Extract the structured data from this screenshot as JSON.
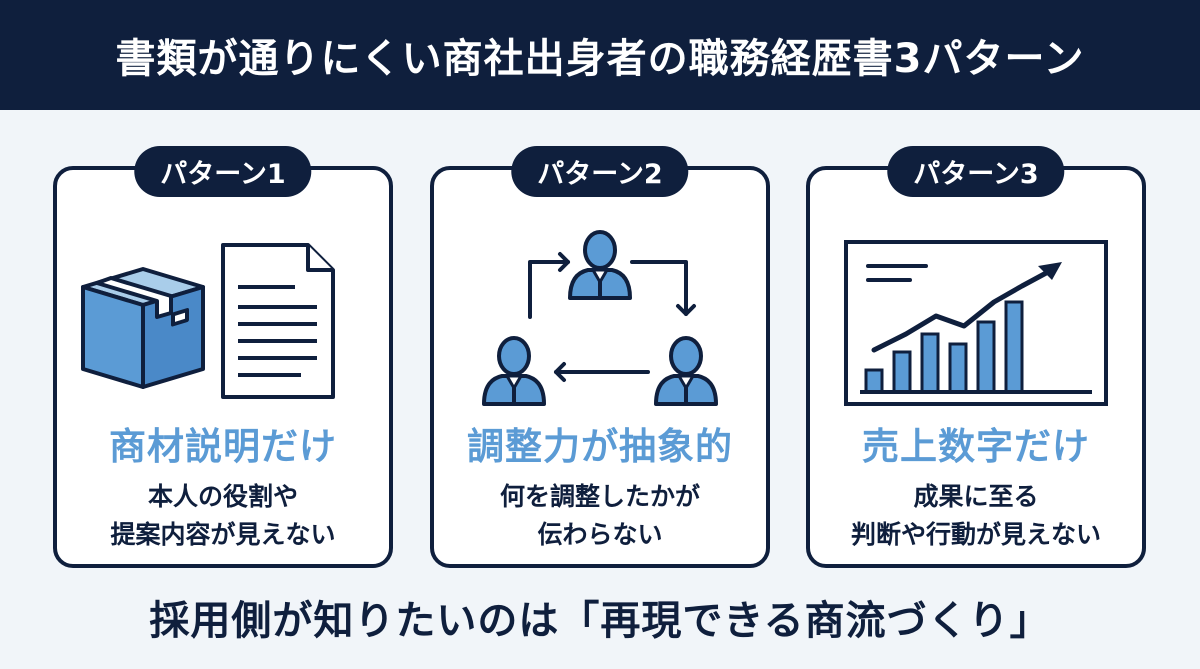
{
  "header": {
    "title": "書類が通りにくい商社出身者の職務経歴書3パターン"
  },
  "cards": [
    {
      "badge": "パターン1",
      "title": "商材説明だけ",
      "desc": [
        "本人の役割や",
        "提案内容が見えない"
      ],
      "illustration": [
        "box-icon",
        "document-icon"
      ]
    },
    {
      "badge": "パターン2",
      "title": "調整力が抽象的",
      "desc": [
        "何を調整したかが",
        "伝わらない"
      ],
      "illustration": [
        "people-cycle-icon"
      ]
    },
    {
      "badge": "パターン3",
      "title": "売上数字だけ",
      "desc": [
        "成果に至る",
        "判断や行動が見えない"
      ],
      "illustration": [
        "bar-chart-icon"
      ]
    }
  ],
  "footer": {
    "text": "採用側が知りたいのは「再現できる商流づくり」"
  },
  "colors": {
    "navy": "#0f1f3d",
    "accent": "#5b9bd5",
    "background": "#f1f5f9"
  }
}
